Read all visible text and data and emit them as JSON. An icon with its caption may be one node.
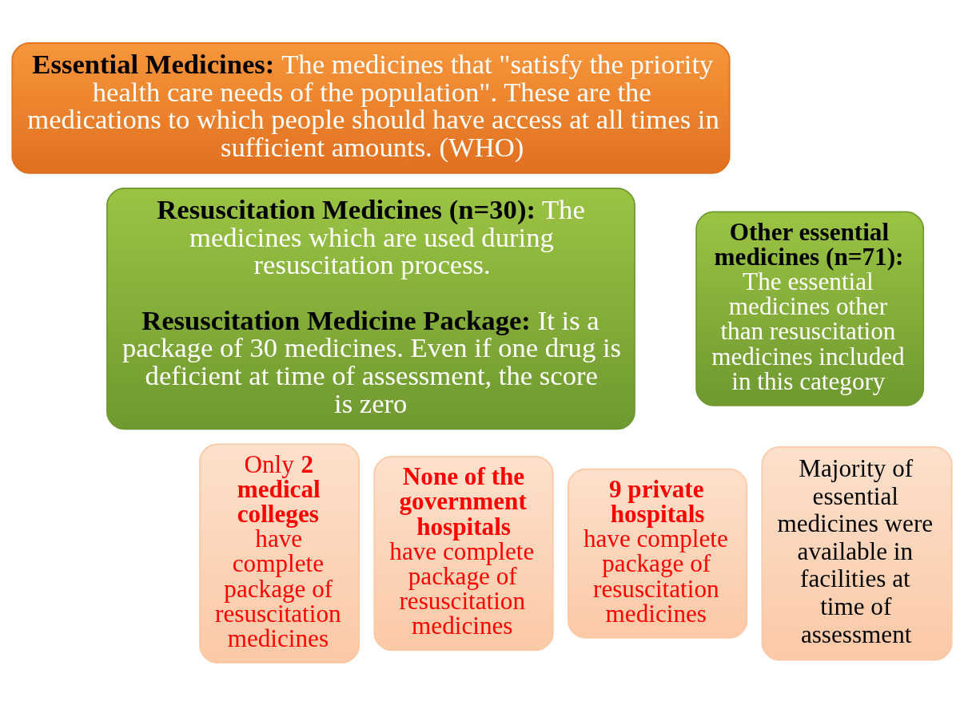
{
  "diagram": {
    "nodes": [
      {
        "text": [
          "**Essential Medicines:** The medicines that \"satisfy the priority health care needs of the population\". These are the medications to which people should have access at all times in sufficient amounts. (WHO)"
        ]
      },
      {
        "text": [
          "**Resuscitation Medicines (n=30):** The medicines which are used during resuscitation process.",
          "**Resuscitation Medicine Package:** It is a package of 30 medicines. Even if one drug is deficient at time of assessment, the score is zero"
        ]
      },
      {
        "text": [
          "**Other essential medicines (n=71):** The essential medicines other than resuscitation medicines included in this category"
        ]
      },
      {
        "text": [
          "Only **2 medical colleges** have complete package of resuscitation medicines"
        ]
      },
      {
        "text": [
          "**None of the government hospitals** have complete package of resuscitation medicines"
        ]
      },
      {
        "text": [
          "**9 private hospitals** have complete package of resuscitation medicines"
        ]
      },
      {
        "text": [
          "Majority of essential medicines were available in facilities at time of assessment"
        ]
      }
    ]
  }
}
